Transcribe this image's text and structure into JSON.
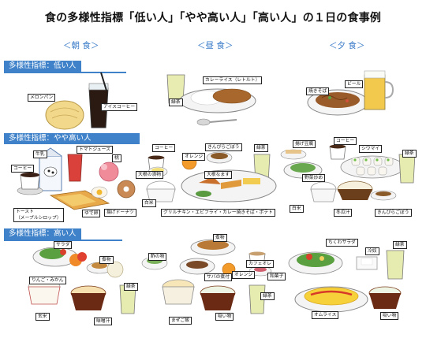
{
  "title": "食の多様性指標「低い人」「やや高い人」「高い人」の１日の食事例",
  "meals": [
    "＜朝 食＞",
    "＜昼 食＞",
    "＜夕 食＞"
  ],
  "sections": [
    {
      "label": "多様性指標：低い人"
    },
    {
      "label": "多様性指標：やや高い人"
    },
    {
      "label": "多様性指標：高い人"
    }
  ],
  "food_labels": {
    "low": [
      "メロンパン",
      "アイスコーヒー",
      "カレーライス（レトルト）",
      "緑茶",
      "焼きそば",
      "ビール"
    ],
    "mid": [
      "牛乳",
      "トマトジュース",
      "桃",
      "コーヒー",
      "トースト\n（メープルシロップ）",
      "ゆで卵",
      "揚げドーナツ",
      "コーヒー",
      "オレンジ",
      "きんぴらごぼう",
      "大根の漬物",
      "大根なます",
      "緑茶",
      "白米",
      "グリルチキン・エビフライ・カレー焼きそば・ポテト",
      "揚げ豆腐",
      "コーヒー",
      "シウマイ",
      "緑茶",
      "野菜炒め",
      "白米",
      "冬瓜汁",
      "きんぴらごぼう"
    ],
    "high": [
      "サラダ",
      "煮物",
      "りんご・みかん",
      "緑茶",
      "玄米",
      "味噌汁",
      "煮物",
      "酢の物",
      "カフェオレ",
      "サバの煮付",
      "オレンジ",
      "和菓子",
      "まぜご飯",
      "吸い物",
      "緑茶",
      "ちくわサラダ",
      "冷奴",
      "緑茶",
      "オムライス",
      "吸い物"
    ]
  }
}
